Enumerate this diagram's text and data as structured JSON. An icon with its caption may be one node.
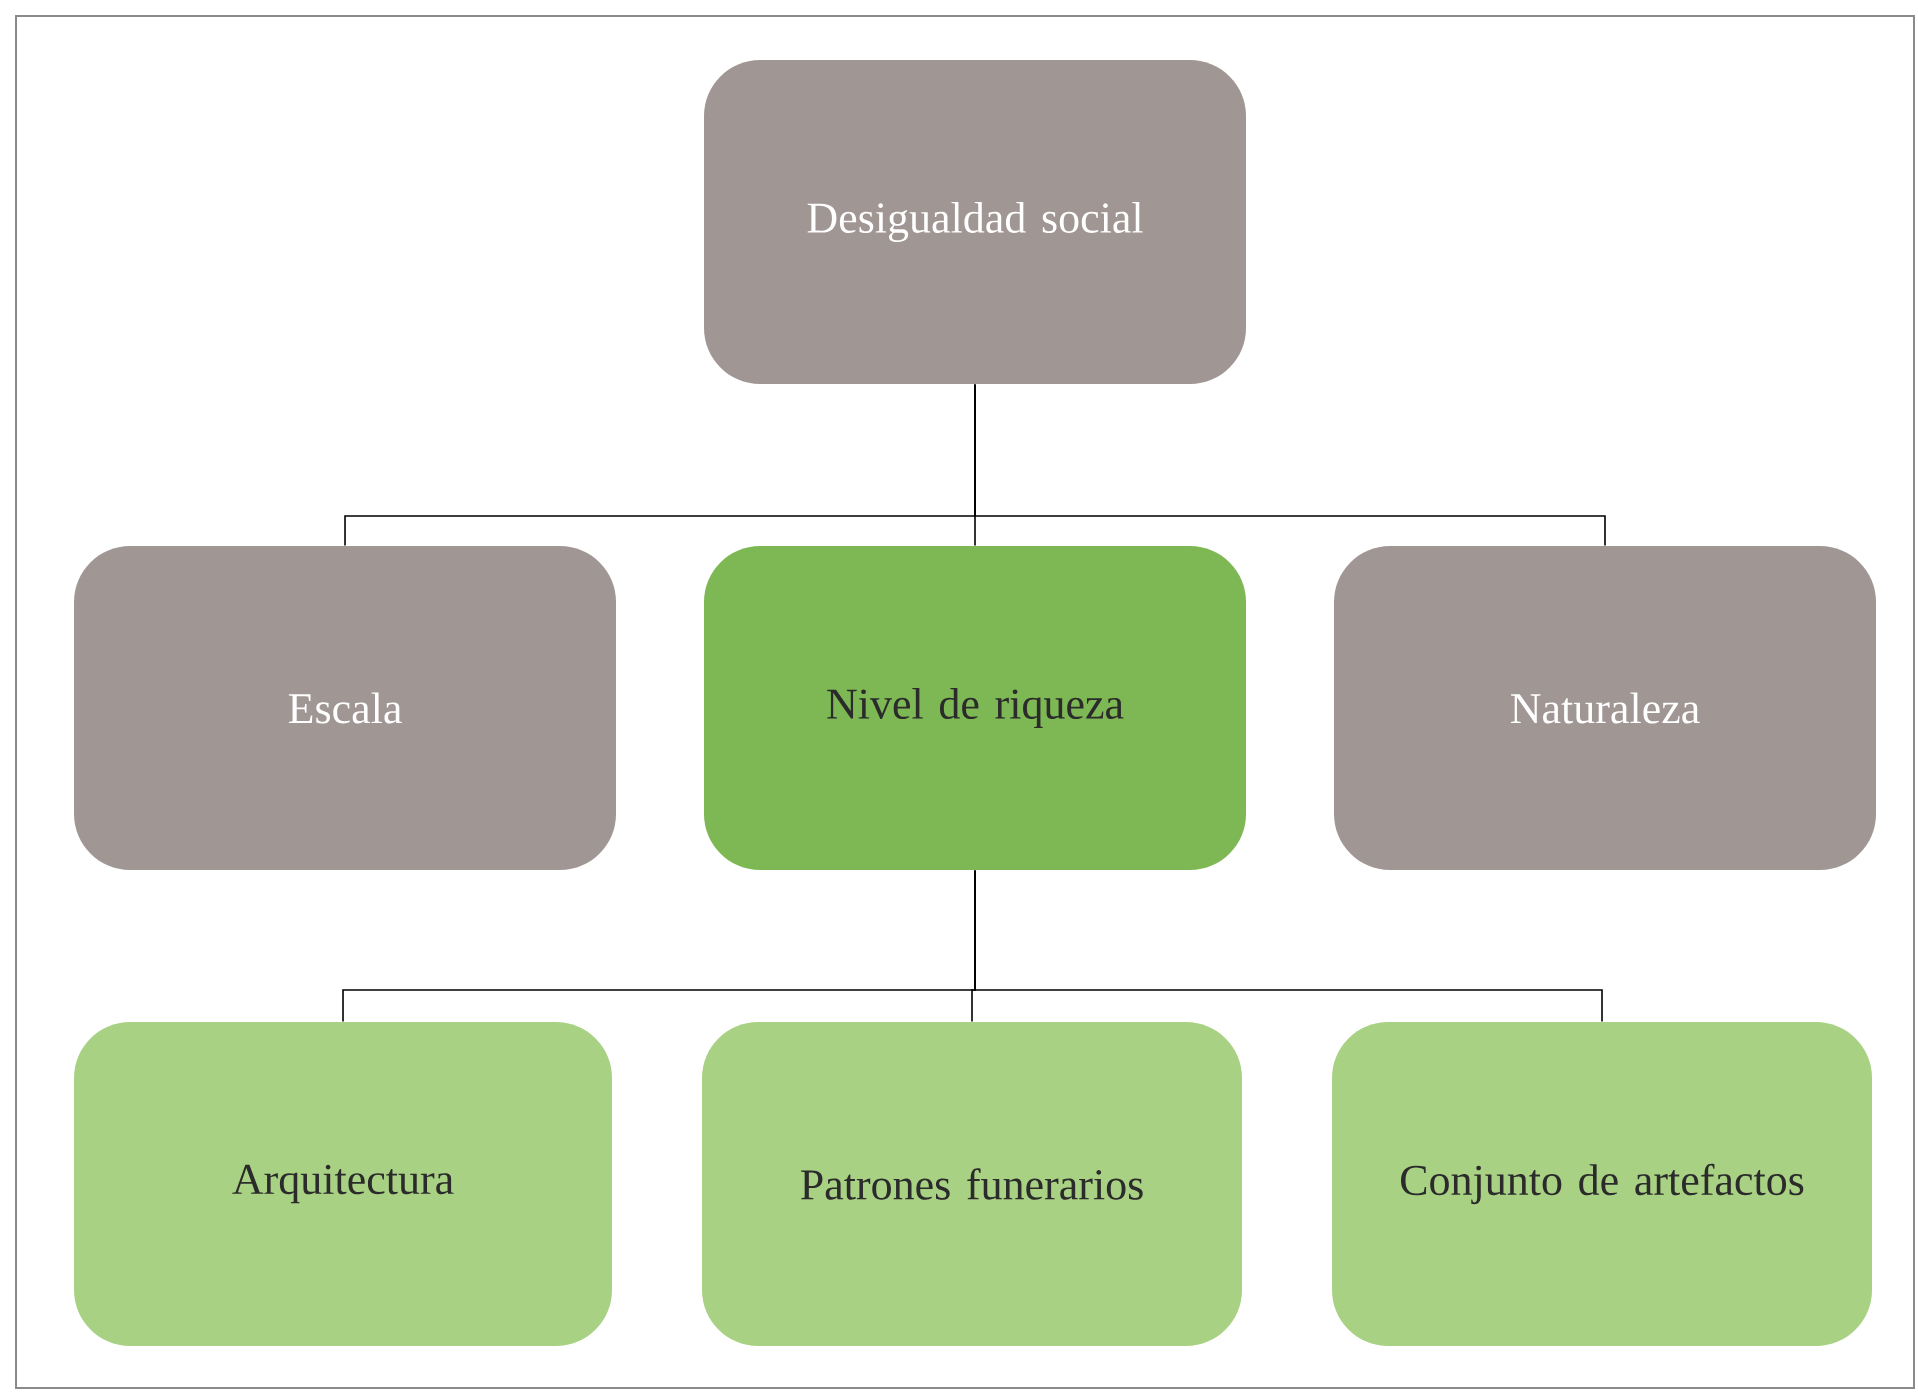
{
  "diagram": {
    "nodes": [
      {
        "text": [
          "Desigualdad social"
        ]
      },
      {
        "text": [
          "Escala"
        ]
      },
      {
        "text": [
          "Nivel de riqueza"
        ]
      },
      {
        "text": [
          "Naturaleza"
        ]
      },
      {
        "text": [
          "Arquitectura"
        ]
      },
      {
        "text": [
          "Patrones funerarios"
        ]
      },
      {
        "text": [
          "Conjunto de artefactos"
        ]
      }
    ],
    "edges": [
      {
        "from": 0,
        "to": 1,
        "arrow": "none"
      },
      {
        "from": 0,
        "to": 2,
        "arrow": "none"
      },
      {
        "from": 0,
        "to": 3,
        "arrow": "none"
      },
      {
        "from": 2,
        "to": 4,
        "arrow": "none"
      },
      {
        "from": 2,
        "to": 5,
        "arrow": "none"
      },
      {
        "from": 2,
        "to": 6,
        "arrow": "none"
      }
    ]
  }
}
